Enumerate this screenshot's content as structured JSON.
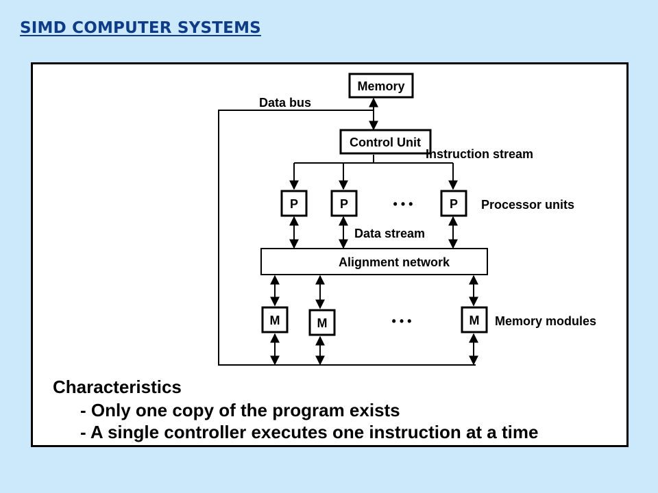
{
  "page": {
    "title": "SIMD COMPUTER SYSTEMS"
  },
  "diagram": {
    "memory": "Memory",
    "data_bus": "Data bus",
    "control_unit": "Control Unit",
    "instruction_stream": "Instruction stream",
    "processor_labels": [
      "P",
      "P",
      "P"
    ],
    "ellipsis": "• • •",
    "processor_units": "Processor units",
    "data_stream": "Data stream",
    "alignment_network": "Alignment network",
    "memory_module_labels": [
      "M",
      "M",
      "M"
    ],
    "memory_modules": "Memory modules"
  },
  "characteristics": {
    "title": "Characteristics",
    "items": [
      "- Only one copy of the program exists",
      "- A single controller executes one instruction at a time"
    ]
  }
}
